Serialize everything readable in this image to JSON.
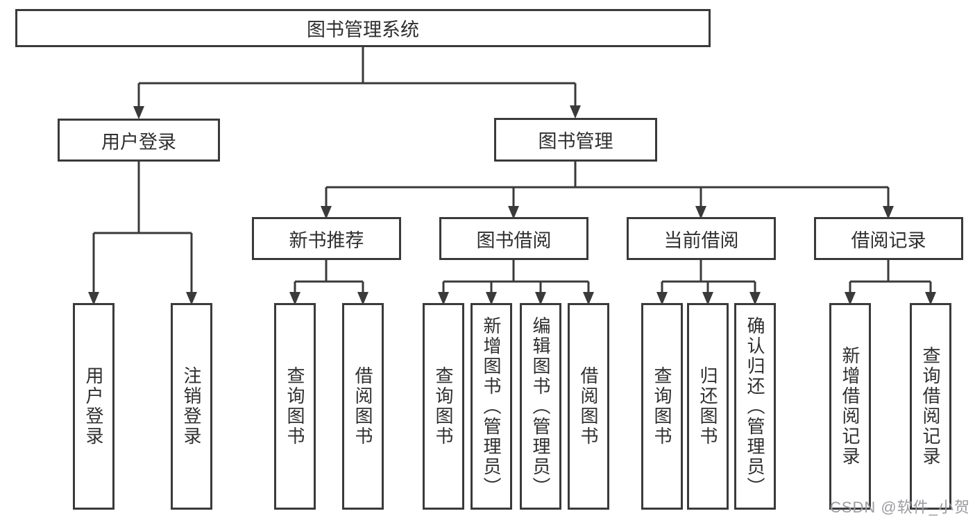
{
  "diagram": {
    "title": "图书管理系统",
    "level2": {
      "login": "用户登录",
      "management": "图书管理"
    },
    "level3": {
      "recommend": "新书推荐",
      "borrow": "图书借阅",
      "current": "当前借阅",
      "records": "借阅记录"
    },
    "leaves": {
      "login": [
        "用户登录",
        "注销登录"
      ],
      "recommend": [
        "查询图书",
        "借阅图书"
      ],
      "borrow": [
        "查询图书",
        "新增图书（管理员）",
        "编辑图书（管理员）",
        "借阅图书"
      ],
      "current": [
        "查询图书",
        "归还图书",
        "确认归还（管理员）"
      ],
      "records": [
        "新增借阅记录",
        "查询借阅记录"
      ]
    },
    "watermark": "CSDN @软件_小贺同学",
    "colors": {
      "line": "#3a3a3a",
      "text": "#2f2f2f",
      "watermark": "#9b9ba1",
      "background": "#ffffff"
    }
  }
}
